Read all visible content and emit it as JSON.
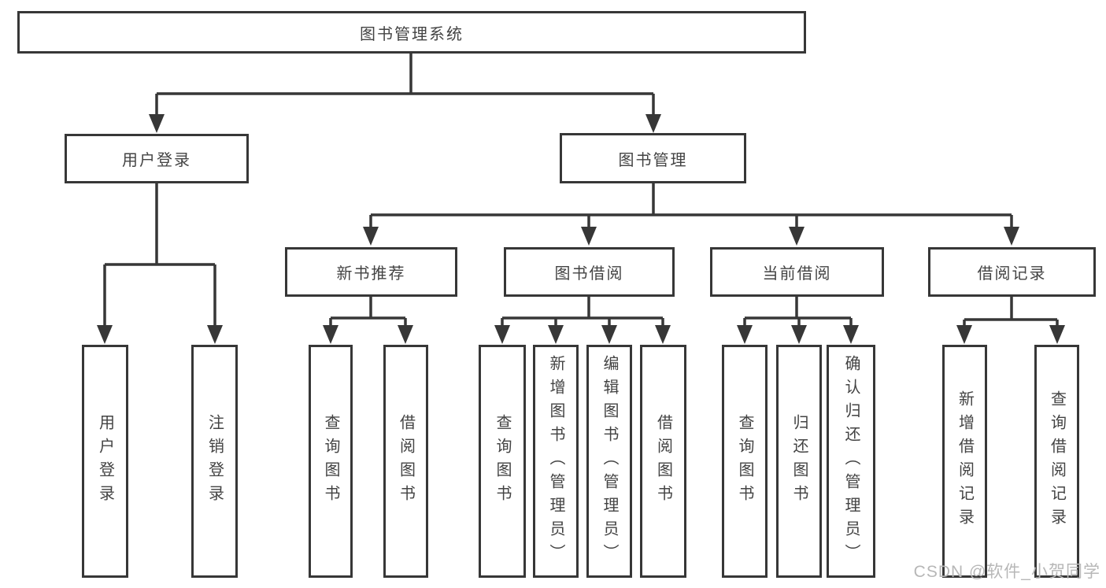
{
  "watermark": "CSDN @软件_小贺同学",
  "colors": {
    "line": "#373737",
    "box_border": "#373737",
    "text": "#434343",
    "watermark": "#b7b7b7",
    "background": "#ffffff"
  },
  "tree": {
    "label": "图书管理系统",
    "children": [
      {
        "label": "用户登录",
        "children": [
          {
            "label": "用户登录"
          },
          {
            "label": "注销登录"
          }
        ]
      },
      {
        "label": "图书管理",
        "children": [
          {
            "label": "新书推荐",
            "children": [
              {
                "label": "查询图书"
              },
              {
                "label": "借阅图书"
              }
            ]
          },
          {
            "label": "图书借阅",
            "children": [
              {
                "label": "查询图书"
              },
              {
                "label": "新增图书（管理员）"
              },
              {
                "label": "编辑图书（管理员）"
              },
              {
                "label": "借阅图书"
              }
            ]
          },
          {
            "label": "当前借阅",
            "children": [
              {
                "label": "查询图书"
              },
              {
                "label": "归还图书"
              },
              {
                "label": "确认归还（管理员）"
              }
            ]
          },
          {
            "label": "借阅记录",
            "children": [
              {
                "label": "新增借阅记录"
              },
              {
                "label": "查询借阅记录"
              }
            ]
          }
        ]
      }
    ]
  }
}
